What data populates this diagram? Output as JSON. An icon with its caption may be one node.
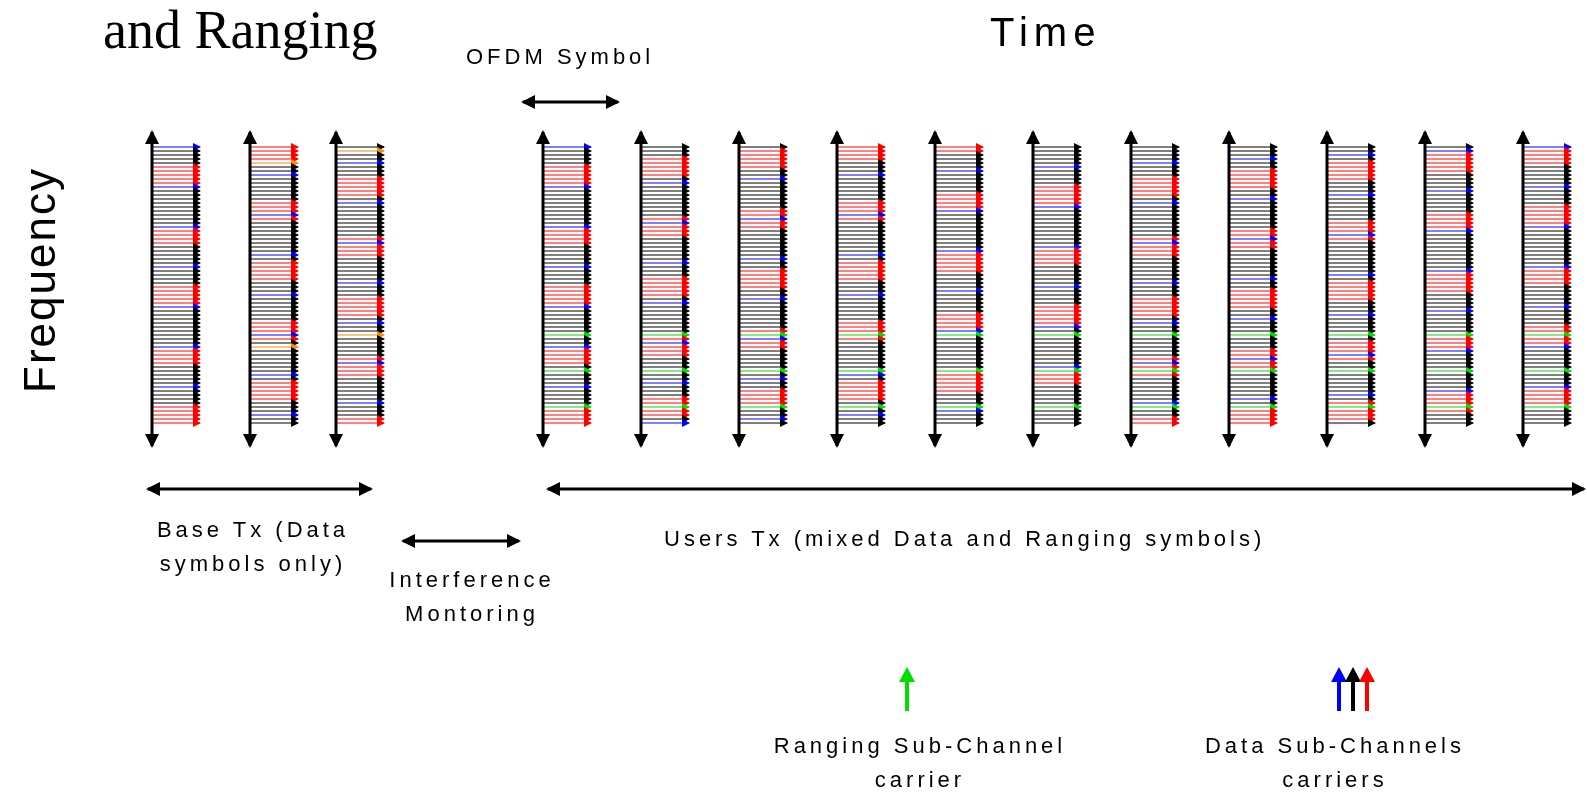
{
  "diagram": {
    "title": "and Ranging",
    "labels": [
      "Time",
      "OFDM Symbol",
      "Frequency",
      "Base Tx (Data symbols only)",
      "Interference Montoring",
      "Users Tx (mixed Data and Ranging symbols)"
    ],
    "legend": [
      {
        "text": "Ranging Sub-Channel carrier"
      },
      {
        "text": "Data Sub-Channels carriers"
      }
    ]
  }
}
